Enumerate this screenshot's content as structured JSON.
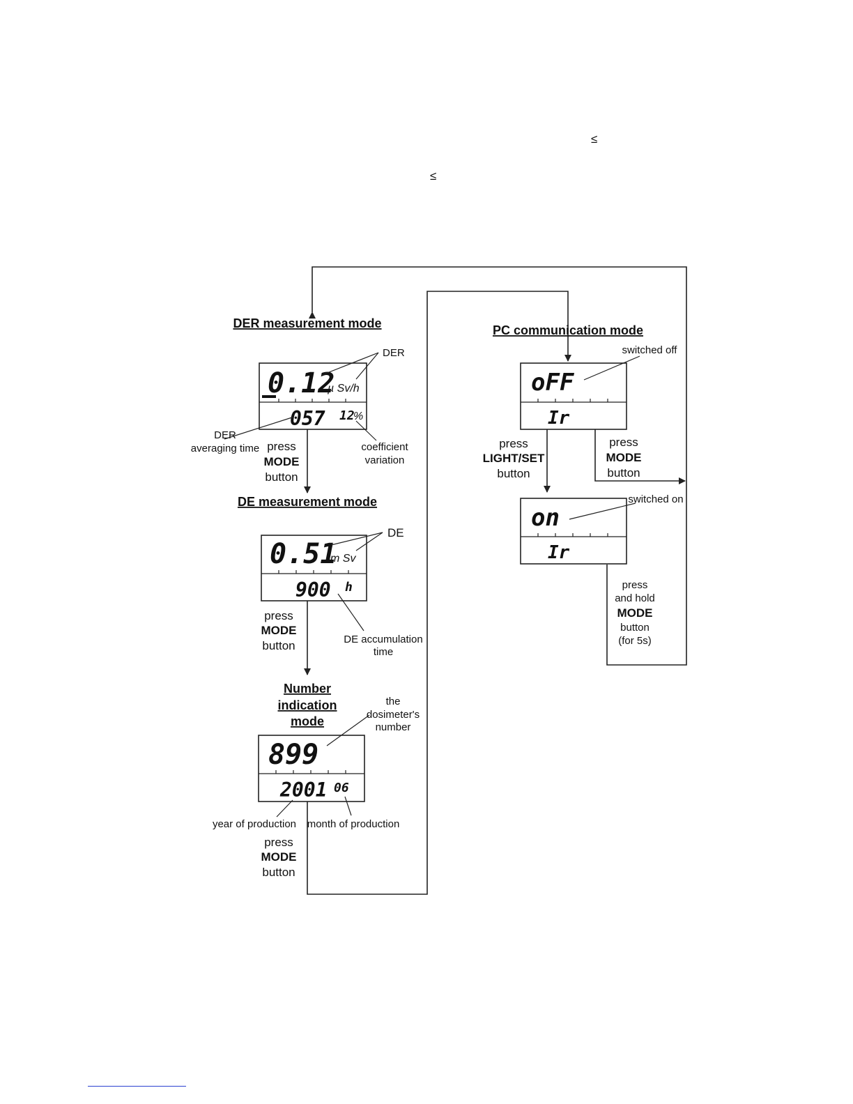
{
  "symbols": {
    "leq_1": "≤",
    "leq_2": "≤"
  },
  "der_mode": {
    "title": "DER measurement mode",
    "top_value": "0.12",
    "top_unit": "µ Sv/h",
    "bottom_value": "057",
    "bottom_aux": "12",
    "bottom_aux_unit": "%",
    "callout_der": "DER",
    "callout_avg_line1": "DER",
    "callout_avg_line2": "averaging time",
    "callout_cv_line1": "coefficient",
    "callout_cv_line2": "variation",
    "press_line1": "press",
    "press_line2": "MODE",
    "press_line3": "button"
  },
  "de_mode": {
    "title": "DE measurement mode",
    "top_value": "0.51",
    "top_unit": "m Sv",
    "bottom_value": "900",
    "bottom_unit": "h",
    "callout_de": "DE",
    "callout_time_line1": "DE accumulation",
    "callout_time_line2": "time",
    "press_line1": "press",
    "press_line2": "MODE",
    "press_line3": "button"
  },
  "number_mode": {
    "title_line1": "Number",
    "title_line2": "indication",
    "title_line3": "mode",
    "top_value": "899",
    "bottom_value": "2001",
    "bottom_aux": "06",
    "callout_num_line1": "the",
    "callout_num_line2": "dosimeter's",
    "callout_num_line3": "number",
    "callout_year": "year of production",
    "callout_month": "month of production",
    "press_line1": "press",
    "press_line2": "MODE",
    "press_line3": "button"
  },
  "pc_mode": {
    "title": "PC communication mode",
    "off_top": "oFF",
    "off_bottom": "Ir",
    "on_top": "on",
    "on_bottom": "Ir",
    "callout_off": "switched off",
    "callout_on": "switched on",
    "light_press_line1": "press",
    "light_press_line2": "LIGHT/SET",
    "light_press_line3": "button",
    "mode_press_line1": "press",
    "mode_press_line2": "MODE",
    "mode_press_line3": "button",
    "hold_line1": "press",
    "hold_line2": "and hold",
    "hold_line3": "MODE",
    "hold_line4": "button",
    "hold_line5": "(for 5s)"
  }
}
